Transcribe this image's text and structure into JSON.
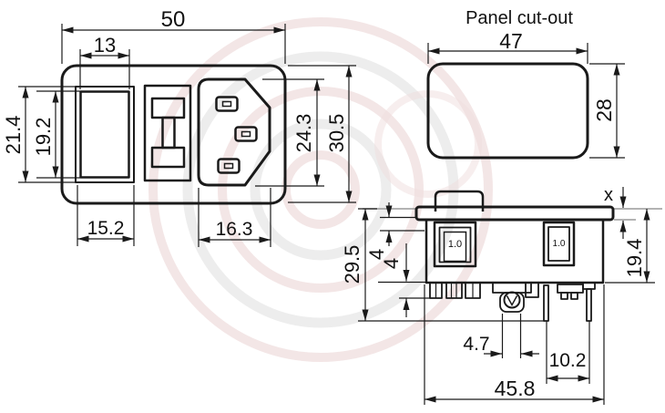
{
  "front_view": {
    "dims": {
      "overall_width": "50",
      "switch_window_width": "13",
      "switch_bezel_height": "21.4",
      "switch_window_height": "19.2",
      "socket_height": "24.3",
      "overall_height": "30.5",
      "switch_bezel_width": "15.2",
      "socket_width": "16.3"
    }
  },
  "panel_cutout": {
    "title": "Panel cut-out",
    "width": "47",
    "height": "28"
  },
  "side_view": {
    "dims": {
      "panel_thickness_label": "x",
      "depth_below_panel": "19.4",
      "overall_depth": "29.5",
      "clip_step_upper": "4",
      "clip_step_lower": "4",
      "center_boss_width": "4.7",
      "pin_spacing": "10.2",
      "body_width": "45.8"
    },
    "left_clip_label": "1.0",
    "right_clip_label": "1.0"
  },
  "colors": {
    "line": "#1a1a1a",
    "panel_reference_line": "#9a9a9a",
    "watermark_pink": "#e9d2d2",
    "watermark_gray": "#e4e4e4",
    "background": "#ffffff"
  }
}
